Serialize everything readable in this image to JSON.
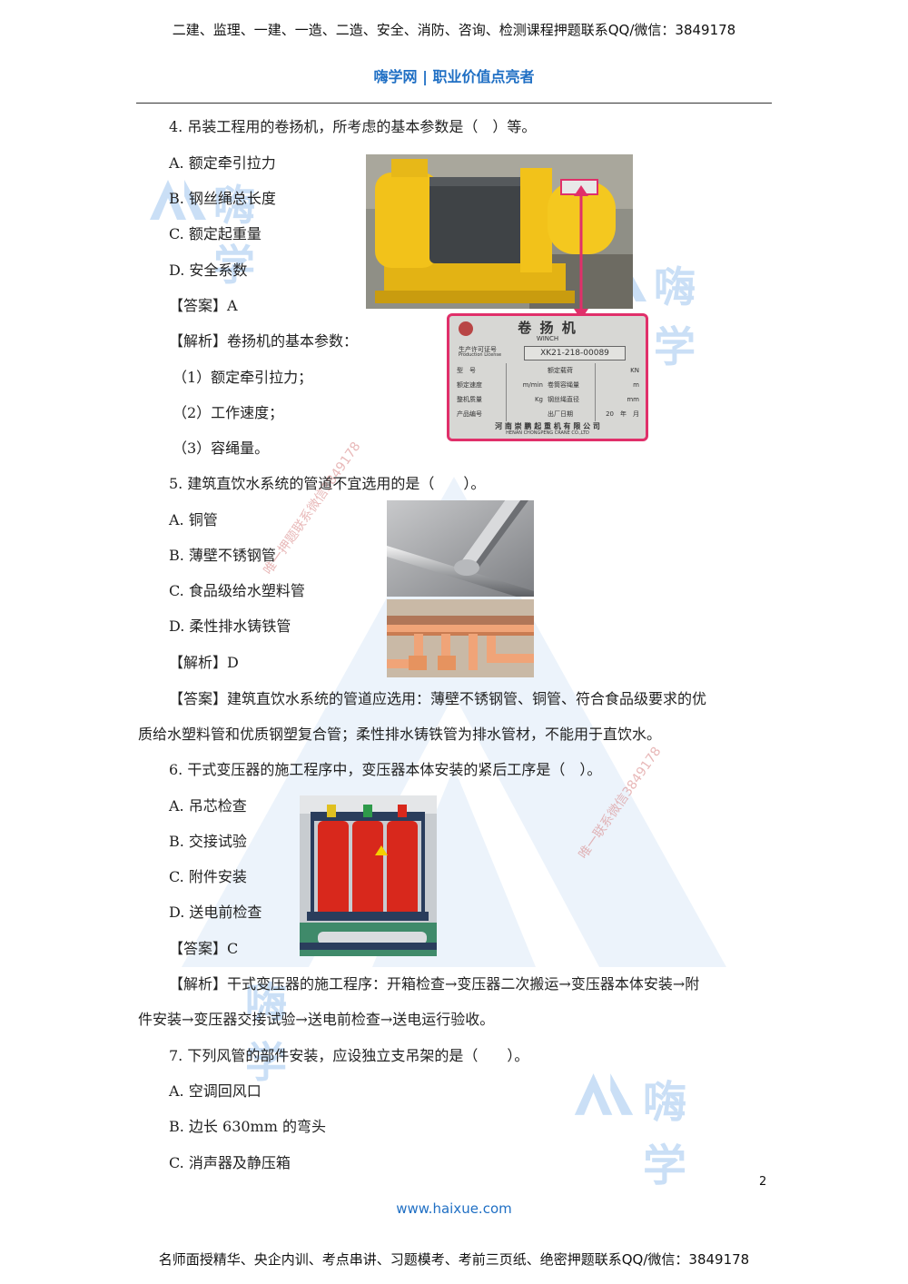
{
  "header": {
    "top_line": "二建、监理、一建、一造、二造、安全、消防、咨询、检测课程押题联系QQ/微信：3849178",
    "brand": "嗨学网 | 职业价值点亮者"
  },
  "q4": {
    "stem": "4. 吊装工程用的卷扬机，所考虑的基本参数是（　）等。",
    "options": [
      "A. 额定牵引拉力",
      "B. 钢丝绳总长度",
      "C. 额定起重量",
      "D. 安全系数"
    ],
    "answer": "【答案】A",
    "analysis_title": "【解析】卷扬机的基本参数：",
    "analysis_items": [
      "（1）额定牵引拉力；",
      "（2）工作速度；",
      "（3）容绳量。"
    ],
    "nameplate": {
      "title": "卷 扬 机",
      "subtitle": "WINCH",
      "license_label": "生产许可证号",
      "license_label_en": "Production License",
      "license_no": "XK21-218-00089",
      "left_fields": [
        "型　号",
        "额定速度",
        "整机质量",
        "产品编号"
      ],
      "right_fields": [
        "额定载荷",
        "卷筒容绳量",
        "钢丝绳直径",
        "出厂日期"
      ],
      "units_left": [
        "",
        "m/min",
        "Kg",
        ""
      ],
      "units_right": [
        "KN",
        "m",
        "mm",
        "20　年　月"
      ],
      "maker": "河 南 崇 鹏 起 重 机 有 限 公 司",
      "maker_en": "HENAN CHONGPENG CRANE CO.,LTD"
    }
  },
  "q5": {
    "stem": "5. 建筑直饮水系统的管道不宜选用的是（　　）。",
    "options": [
      "A. 铜管",
      "B. 薄壁不锈钢管",
      "C. 食品级给水塑料管",
      "D. 柔性排水铸铁管"
    ],
    "analysis": "【解析】D",
    "answer_line1": "【答案】建筑直饮水系统的管道应选用：薄壁不锈钢管、铜管、符合食品级要求的优",
    "answer_line2": "质给水塑料管和优质钢塑复合管；柔性排水铸铁管为排水管材，不能用于直饮水。"
  },
  "q6": {
    "stem": "6. 干式变压器的施工程序中，变压器本体安装的紧后工序是（　）。",
    "options": [
      "A. 吊芯检查",
      "B. 交接试验",
      "C. 附件安装",
      "D. 送电前检查"
    ],
    "answer": "【答案】C",
    "analysis_line1": "【解析】干式变压器的施工程序：开箱检查→变压器二次搬运→变压器本体安装→附",
    "analysis_line2": "件安装→变压器交接试验→送电前检查→送电运行验收。"
  },
  "q7": {
    "stem": "7. 下列风管的部件安装，应设独立支吊架的是（　　）。",
    "options": [
      "A. 空调回风口",
      "B. 边长 630mm 的弯头",
      "C. 消声器及静压箱"
    ]
  },
  "watermarks": {
    "brand_text": "嗨学",
    "diag1": "唯一押题联系微信3849178",
    "diag2": "唯一联系微信3849178"
  },
  "footer": {
    "page_number": "2",
    "url": "www.haixue.com",
    "bottom_line": "名师面授精华、央企内训、考点串讲、习题模考、考前三页纸、绝密押题联系QQ/微信：3849178"
  },
  "colors": {
    "brand_blue": "#1f6fc4",
    "nameplate_border": "#e0306a",
    "winch_yellow": "#f2c21a",
    "transformer_red": "#d8281c"
  }
}
